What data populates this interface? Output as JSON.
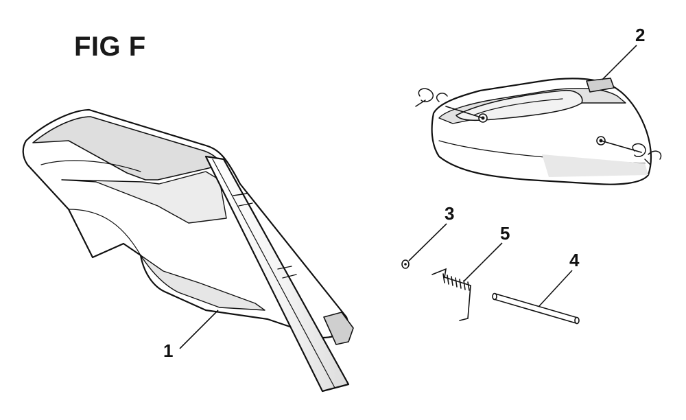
{
  "figure": {
    "title": "FIG F",
    "callouts": [
      {
        "id": "c1",
        "number": "1"
      },
      {
        "id": "c2",
        "number": "2"
      },
      {
        "id": "c3",
        "number": "3"
      },
      {
        "id": "c4",
        "number": "4"
      },
      {
        "id": "c5",
        "number": "5"
      }
    ]
  }
}
